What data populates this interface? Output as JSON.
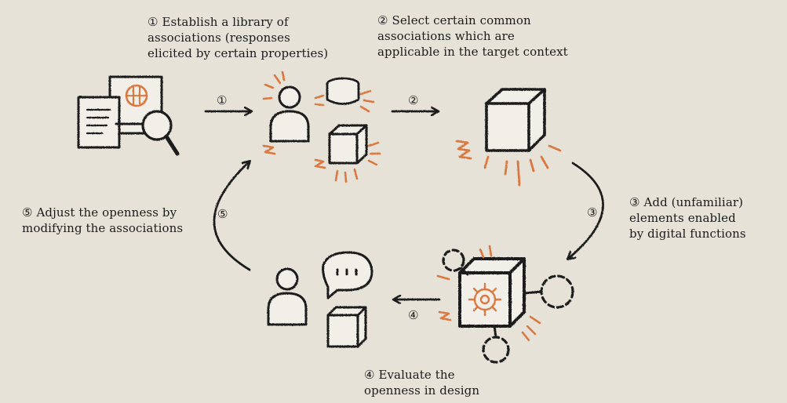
{
  "steps": [
    {
      "num": "①",
      "lines": [
        "Establish a library of",
        "associations (responses",
        "elicited by certain properties)"
      ]
    },
    {
      "num": "②",
      "lines": [
        "Select certain common",
        "associations which are",
        "applicable in the target context"
      ]
    },
    {
      "num": "③",
      "lines": [
        "Add (unfamiliar)",
        "elements enabled",
        "by digital functions"
      ]
    },
    {
      "num": "④",
      "lines": [
        " Evaluate the",
        "openness in design"
      ]
    },
    {
      "num": "⑤",
      "lines": [
        "Adjust the openness by",
        "modifying the associations"
      ]
    }
  ],
  "arrow_markers": [
    "①",
    "②",
    "③",
    "④",
    "⑤"
  ],
  "colors": {
    "background": "#e6e2d8",
    "ink": "#1b1b1b",
    "accent": "#d9783f"
  },
  "icons": [
    "documents-icon",
    "magnifier-icon",
    "person-icon",
    "database-icon",
    "cube-icon",
    "speech-bubble-icon",
    "gear-icon",
    "dashed-circle-icon",
    "arrow-icon"
  ]
}
